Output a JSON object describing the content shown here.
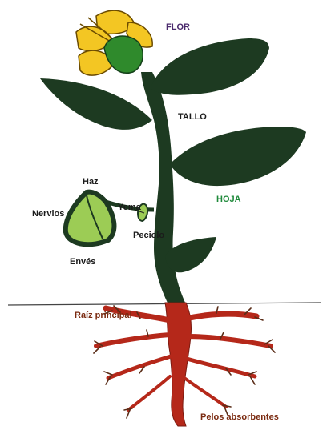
{
  "labels": {
    "flor": "FLOR",
    "tallo": "TALLO",
    "hoja": "HOJA",
    "haz": "Haz",
    "nervios": "Nervios",
    "yema": "Yema",
    "peciolo": "Peciolo",
    "enves": "Envés",
    "raiz_principal": "Raíz principal",
    "pelos_absorbentes": "Pelos absorbentes"
  },
  "colors": {
    "stem_leaf": "#1d3a21",
    "flower_petal": "#f3c623",
    "sepal": "#2f8a2c",
    "small_leaf": "#9ccc55",
    "root": "#b5281a",
    "root_hair": "#5a2d18",
    "label_purple": "#4b2a6d",
    "label_black": "#1b1b1b",
    "label_green": "#1f8a3b",
    "label_brown": "#7a2a10"
  }
}
